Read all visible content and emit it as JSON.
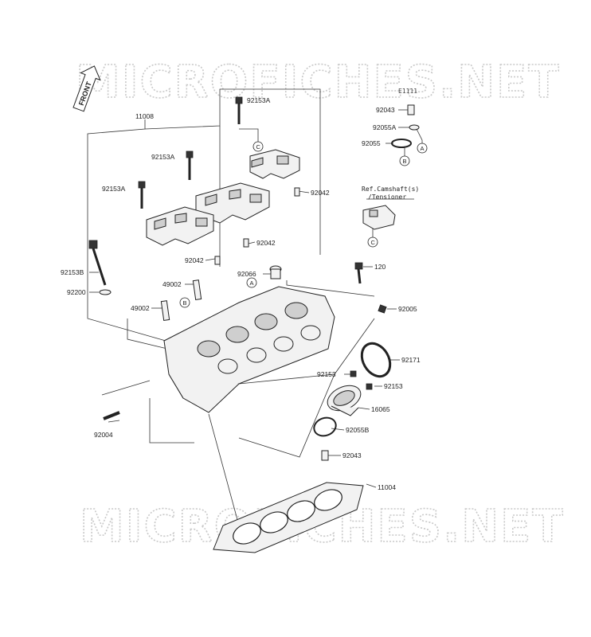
{
  "watermark": {
    "text": "MICROFICHES.NET"
  },
  "diagram_code": "E1111",
  "front_label": "FRONT",
  "ref_note": {
    "line1": "Ref.Camshaft(s)",
    "line2": "/Tensioner"
  },
  "callouts": {
    "A": "A",
    "B": "B",
    "C": "C"
  },
  "parts": {
    "p11008": "11008",
    "p92153A_top": "92153A",
    "p92153A_mid": "92153A",
    "p92153A_left": "92153A",
    "p92042_right": "92042",
    "p92042_mid": "92042",
    "p92042_left": "92042",
    "p92043_top": "92043",
    "p92055A": "92055A",
    "p92055": "92055",
    "p92153B": "92153B",
    "p92200": "92200",
    "p49002_top": "49002",
    "p49002_left": "49002",
    "p92066": "92066",
    "p120": "120",
    "p92005": "92005",
    "p92171": "92171",
    "p92153_a": "92153",
    "p92153_b": "92153",
    "p16065": "16065",
    "p92055B": "92055B",
    "p92043_bottom": "92043",
    "p11004": "11004",
    "p92004": "92004"
  }
}
